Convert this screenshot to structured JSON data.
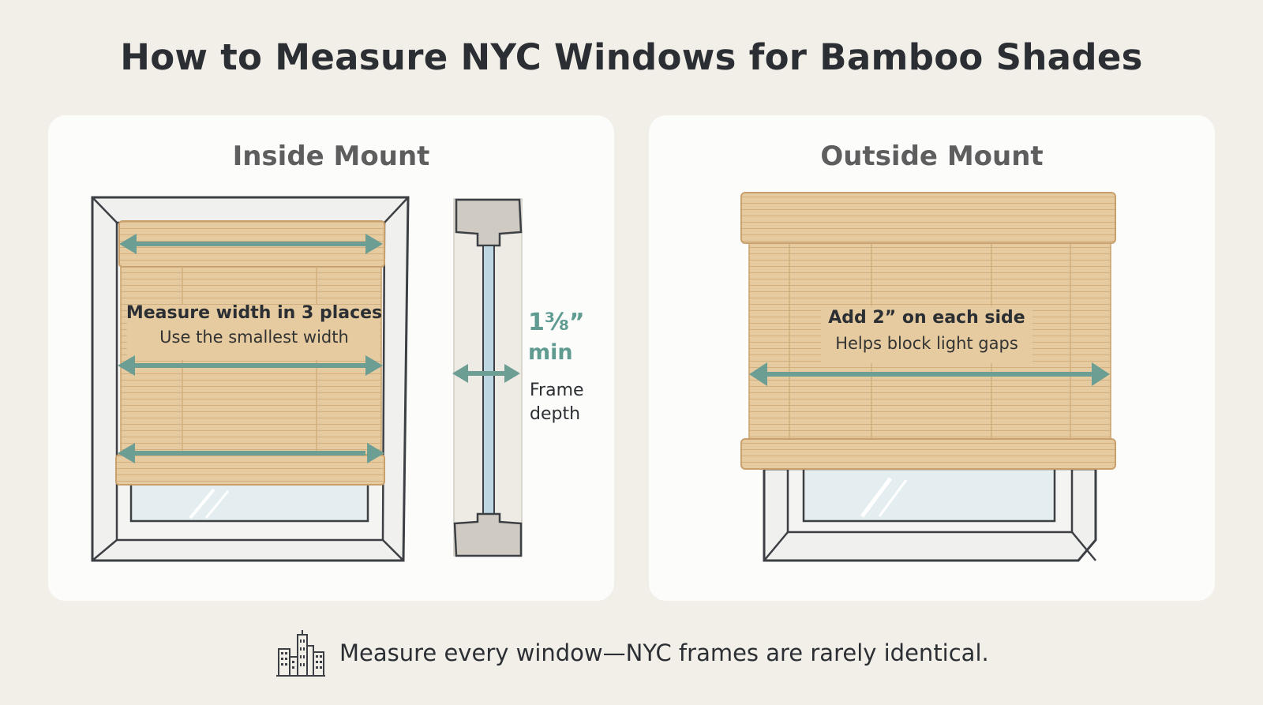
{
  "title": "How to Measure NYC Windows for Bamboo Shades",
  "inside": {
    "heading": "Inside Mount",
    "measure_line1": "Measure width in 3 places",
    "measure_line2": "Use the smallest width",
    "depth_value": "1⅜”",
    "depth_min": "min",
    "depth_label1": "Frame",
    "depth_label2": "depth"
  },
  "outside": {
    "heading": "Outside Mount",
    "line1": "Add 2” on each side",
    "line2": "Helps block light gaps"
  },
  "footer": {
    "icon": "city-buildings-icon",
    "text": "Measure every window—NYC frames are rarely identical."
  },
  "colors": {
    "background": "#f2efe9",
    "panel": "#fcfcfb",
    "bamboo": "#e3c79c",
    "arrow": "#6c9e94",
    "accent_text": "#5f9b91"
  }
}
